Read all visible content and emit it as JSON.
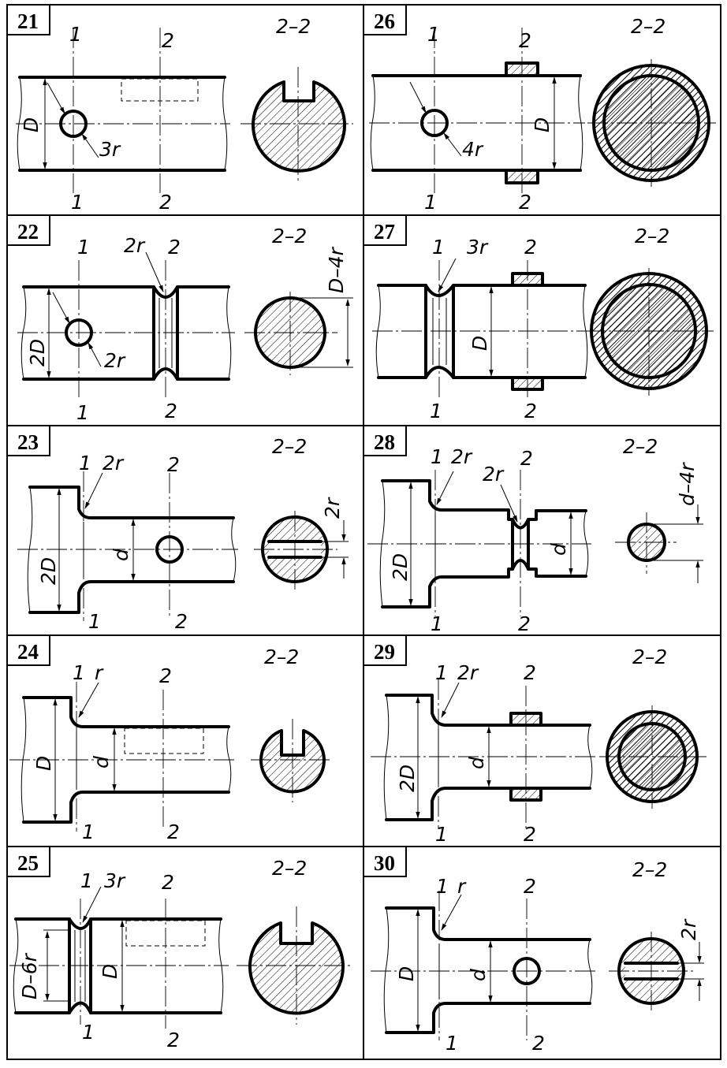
{
  "panels": [
    {
      "number": "21",
      "section": "2–2",
      "labels": [
        "1",
        "2",
        "1",
        "2",
        "D",
        "3r"
      ]
    },
    {
      "number": "22",
      "section": "2–2",
      "labels": [
        "1",
        "2r",
        "2",
        "1",
        "2",
        "2D",
        "2r",
        "D–4r"
      ]
    },
    {
      "number": "23",
      "section": "2–2",
      "labels": [
        "1",
        "2r",
        "2",
        "1",
        "2",
        "2D",
        "d",
        "2r"
      ]
    },
    {
      "number": "24",
      "section": "2–2",
      "labels": [
        "1",
        "r",
        "2",
        "1",
        "2",
        "D",
        "d"
      ]
    },
    {
      "number": "25",
      "section": "2–2",
      "labels": [
        "1",
        "3r",
        "2",
        "1",
        "2",
        "D–6r",
        "D"
      ]
    },
    {
      "number": "26",
      "section": "2–2",
      "labels": [
        "1",
        "2",
        "1",
        "2",
        "D",
        "4r"
      ]
    },
    {
      "number": "27",
      "section": "2–2",
      "labels": [
        "1",
        "3r",
        "2",
        "1",
        "2",
        "D"
      ]
    },
    {
      "number": "28",
      "section": "2–2",
      "labels": [
        "1",
        "2r",
        "2r",
        "2",
        "1",
        "2",
        "2D",
        "d",
        "d–4r"
      ]
    },
    {
      "number": "29",
      "section": "2–2",
      "labels": [
        "1",
        "2r",
        "2",
        "1",
        "2",
        "2D",
        "d"
      ]
    },
    {
      "number": "30",
      "section": "2–2",
      "labels": [
        "1",
        "r",
        "2",
        "1",
        "2",
        "D",
        "d",
        "2r"
      ]
    }
  ]
}
